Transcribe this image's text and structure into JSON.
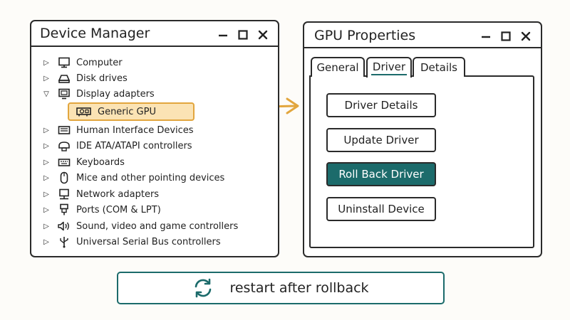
{
  "device_manager": {
    "title": "Device Manager",
    "items": [
      {
        "label": "Computer",
        "expander": "▷",
        "icon": "computer-icon"
      },
      {
        "label": "Disk drives",
        "expander": "▷",
        "icon": "disk-drive-icon"
      },
      {
        "label": "Display adapters",
        "expander": "▽",
        "icon": "display-adapter-icon"
      },
      {
        "label": "Generic GPU",
        "icon": "gpu-icon"
      },
      {
        "label": "Human Interface Devices",
        "expander": "▷",
        "icon": "hid-icon"
      },
      {
        "label": "IDE ATA/ATAPI controllers",
        "expander": "▷",
        "icon": "ide-controller-icon"
      },
      {
        "label": "Keyboards",
        "expander": "▷",
        "icon": "keyboard-icon"
      },
      {
        "label": "Mice and other pointing devices",
        "expander": "▷",
        "icon": "mouse-icon"
      },
      {
        "label": "Network adapters",
        "expander": "▷",
        "icon": "network-adapter-icon"
      },
      {
        "label": "Ports (COM & LPT)",
        "expander": "▷",
        "icon": "port-icon"
      },
      {
        "label": "Sound, video and game controllers",
        "expander": "▷",
        "icon": "speaker-icon"
      },
      {
        "label": "Universal Serial Bus controllers",
        "expander": "▷",
        "icon": "usb-icon"
      }
    ]
  },
  "gpu_properties": {
    "title": "GPU Properties",
    "tabs": [
      {
        "label": "General"
      },
      {
        "label": "Driver"
      },
      {
        "label": "Details"
      }
    ],
    "active_tab": "Driver",
    "buttons": {
      "driver_details": "Driver Details",
      "update_driver": "Update Driver",
      "roll_back_driver": "Roll Back Driver",
      "uninstall_device": "Uninstall Device"
    }
  },
  "footer": {
    "label": "restart after rollback",
    "icon": "refresh-icon"
  },
  "colors": {
    "highlight": "#e2a63e",
    "accent": "#1c6b6b",
    "ink": "#2a2a2a"
  }
}
